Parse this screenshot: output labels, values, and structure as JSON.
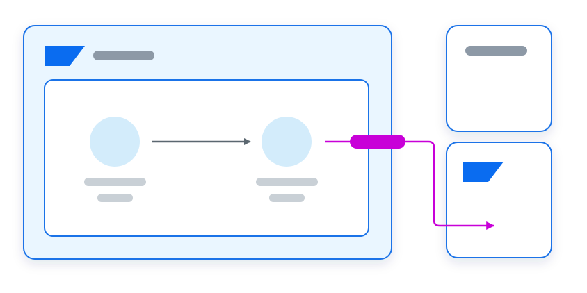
{
  "colors": {
    "background": "#ffffff",
    "panel_fill": "#eaf6ff",
    "panel_border": "#1a73e8",
    "card_fill": "#ffffff",
    "brand_flag": "#0a6cf0",
    "title_bar": "#8d99a6",
    "node_fill": "#d3ecfb",
    "label_placeholder": "#c9d0d6",
    "flow_arrow": "#5b6770",
    "connector": "#c800d8"
  },
  "main_panel": {
    "has_brand_flag": true,
    "has_title_placeholder": true,
    "inner_card": {
      "nodes": [
        {
          "icon": "node-circle",
          "label_lines": 2
        },
        {
          "icon": "node-circle",
          "label_lines": 2
        }
      ],
      "flow": {
        "from": 0,
        "to": 1,
        "icon": "arrow-right-icon"
      }
    }
  },
  "side_cards": [
    {
      "has_title_placeholder": true,
      "has_brand_flag": false
    },
    {
      "has_title_placeholder": false,
      "has_brand_flag": true
    }
  ],
  "connector": {
    "from": "node-2",
    "to": "side-card-2",
    "icon": "pill-badge",
    "color": "#c800d8"
  }
}
